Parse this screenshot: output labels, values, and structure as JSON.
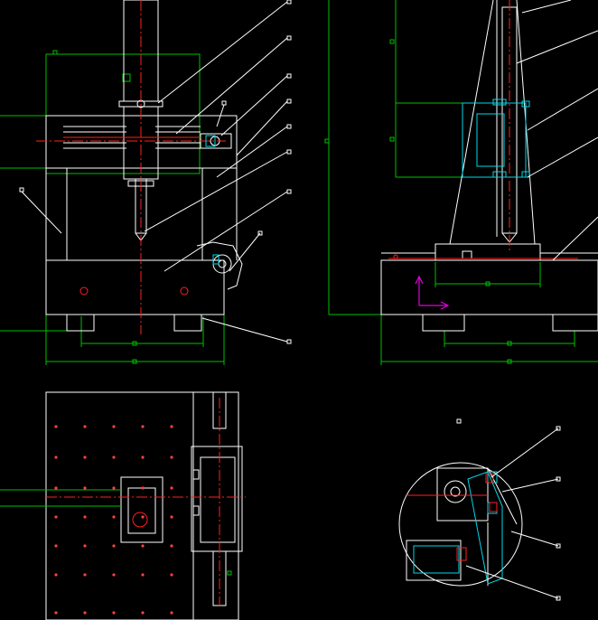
{
  "drawing": {
    "title": "",
    "background": "#000000",
    "colors": {
      "outline": "#ffffff",
      "dimension": "#00c000",
      "centerline": "#ff2020",
      "hidden_part": "#00d8e8",
      "ucs_icon": "#e000e0"
    },
    "views": [
      {
        "id": "front",
        "label": ""
      },
      {
        "id": "side",
        "label": ""
      },
      {
        "id": "top",
        "label": ""
      },
      {
        "id": "detail",
        "label": ""
      }
    ],
    "leader_count": 16
  }
}
